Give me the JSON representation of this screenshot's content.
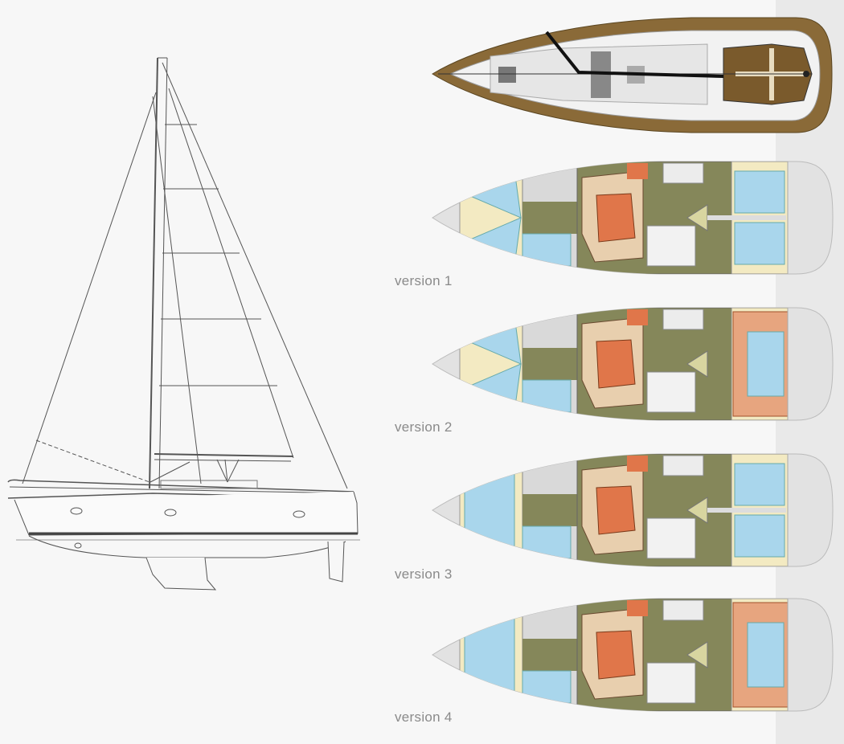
{
  "colors": {
    "deck_wood": "#8a6a38",
    "berth_blue": "#a9d6ec",
    "sole_green": "#85875a",
    "table_orange": "#e0764a",
    "cream": "#f3eac2",
    "hull_grey": "#e2e2e2"
  },
  "layouts": [
    {
      "label": "version 1",
      "aft_cabins": 2,
      "fwd_cabins": 2
    },
    {
      "label": "version 2",
      "aft_cabins": 2,
      "fwd_cabins": 1
    },
    {
      "label": "version 3",
      "aft_cabins": 1,
      "fwd_cabins": 2
    },
    {
      "label": "version 4",
      "aft_cabins": 1,
      "fwd_cabins": 1
    }
  ]
}
